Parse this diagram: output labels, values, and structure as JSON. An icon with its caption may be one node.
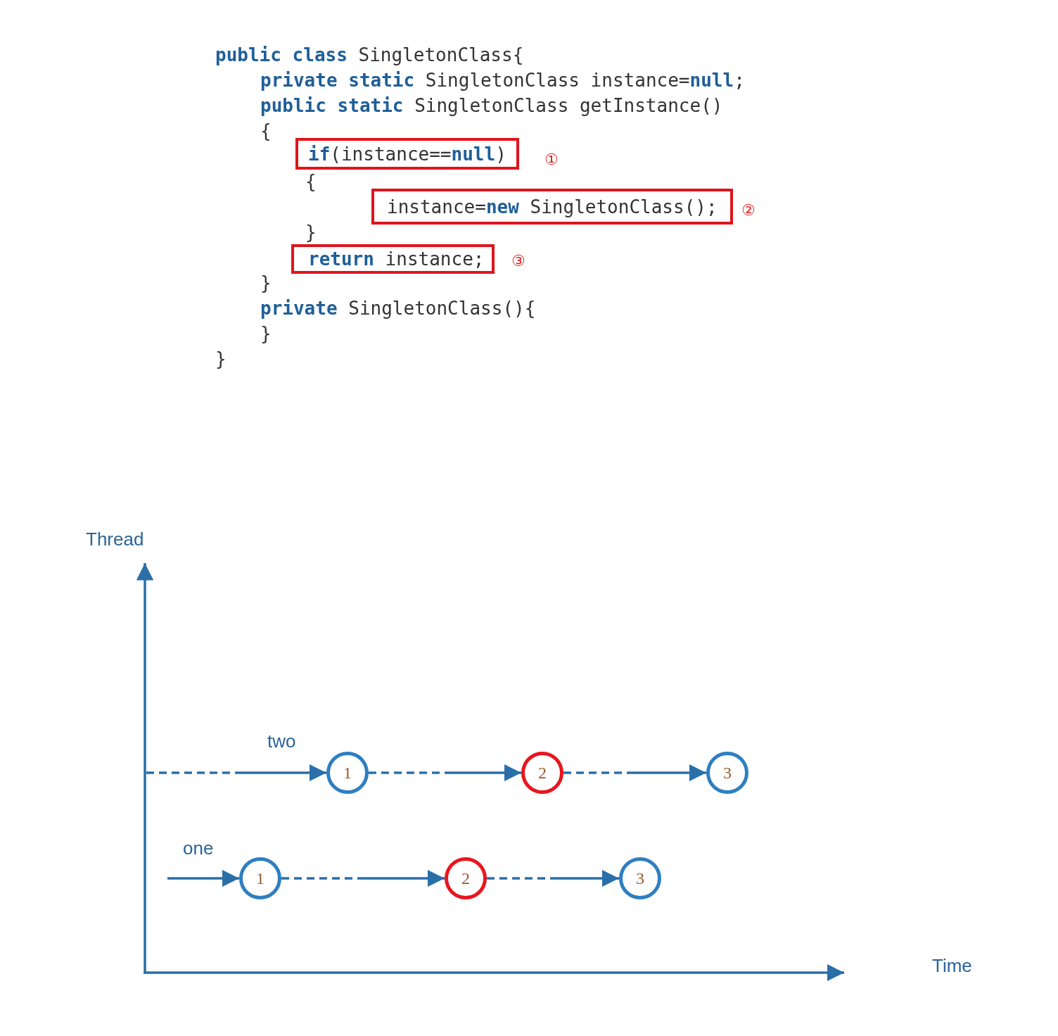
{
  "diagram": {
    "nodes": [
      {
        "text": [
          "**if**(instance==**null**)"
        ],
        "beside": [
          "①"
        ]
      },
      {
        "text": [
          "instance=**new** SingletonClass();"
        ],
        "beside": [
          "②"
        ]
      },
      {
        "text": [
          "**return** instance;"
        ],
        "beside": [
          "③"
        ]
      },
      {
        "text": [
          "1"
        ]
      },
      {
        "text": [
          "2"
        ]
      },
      {
        "text": [
          "3"
        ]
      },
      {
        "text": [
          "1"
        ]
      },
      {
        "text": [
          "2"
        ]
      },
      {
        "text": [
          "3"
        ]
      }
    ],
    "edges": [
      {
        "from": null,
        "to": 3,
        "arrow": "to",
        "style": "dashed"
      },
      {
        "from": 3,
        "to": 4,
        "arrow": "to",
        "style": "dashed"
      },
      {
        "from": 4,
        "to": 5,
        "arrow": "to",
        "style": "dashed"
      },
      {
        "from": null,
        "to": 6,
        "arrow": "to"
      },
      {
        "from": 6,
        "to": 7,
        "arrow": "to",
        "style": "dashed"
      },
      {
        "from": 7,
        "to": 8,
        "arrow": "to",
        "style": "dashed"
      }
    ],
    "labels": [
      "**public class** SingletonClass{",
      "**private static** SingletonClass instance=**null**;",
      "**public static** SingletonClass getInstance()",
      "{",
      "{",
      "}",
      "}",
      "**private** SingletonClass(){",
      "}",
      "}",
      "Thread",
      "two",
      "one",
      "Time"
    ]
  }
}
